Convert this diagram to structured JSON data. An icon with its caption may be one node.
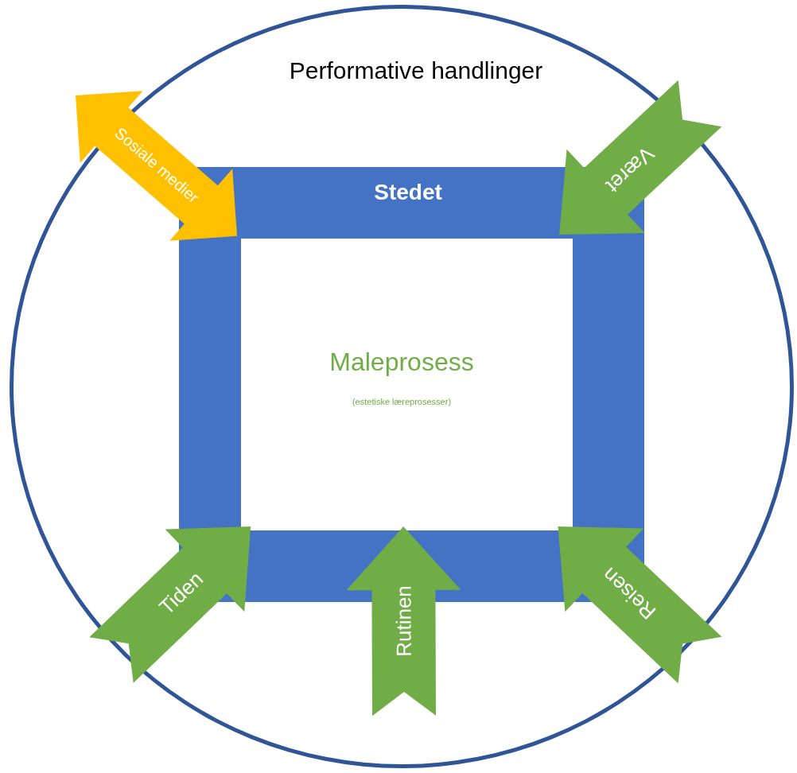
{
  "diagram": {
    "nodes": [
      {
        "text": [
          "Performative handlinger"
        ]
      },
      {
        "text": [
          "Stedet"
        ],
        "in": 0
      },
      {
        "text": [
          "Maleprosess",
          "(estetiske læreprosesser)"
        ],
        "in": 1
      }
    ],
    "edges": [
      {
        "from": null,
        "to": 2,
        "arrow": "both",
        "label": "Sosiale medier",
        "color": "#ffc000"
      },
      {
        "from": null,
        "to": 2,
        "arrow": "to",
        "label": "Været"
      },
      {
        "from": null,
        "to": 2,
        "arrow": "to",
        "label": "Tiden"
      },
      {
        "from": null,
        "to": 2,
        "arrow": "to",
        "label": "Rutinen"
      },
      {
        "from": null,
        "to": 2,
        "arrow": "to",
        "label": "Reisen"
      }
    ]
  }
}
